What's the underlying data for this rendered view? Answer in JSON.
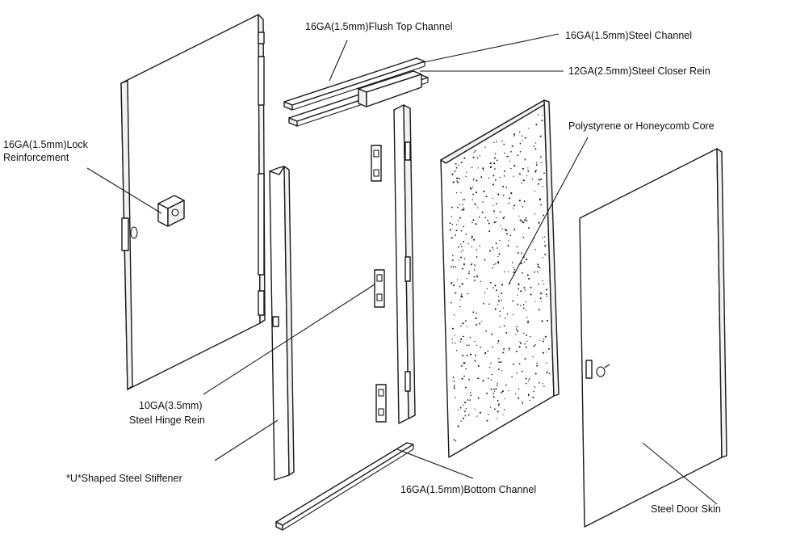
{
  "labels": {
    "flush_top_channel": "16GA(1.5mm)Flush Top Channel",
    "steel_channel": "16GA(1.5mm)Steel Channel",
    "closer_rein": "12GA(2.5mm)Steel Closer Rein",
    "core": "Polystyrene or Honeycomb Core",
    "lock_reinforcement_line1": "16GA(1.5mm)Lock",
    "lock_reinforcement_line2": "Reinforcement",
    "hinge_rein_line1": "10GA(3.5mm)",
    "hinge_rein_line2": "Steel Hinge Rein",
    "stiffener": "*U*Shaped Steel Stiffener",
    "bottom_channel": "16GA(1.5mm)Bottom Channel",
    "door_skin": "Steel Door Skin"
  },
  "colors": {
    "ink": "#1a1a1a",
    "background": "#ffffff"
  }
}
